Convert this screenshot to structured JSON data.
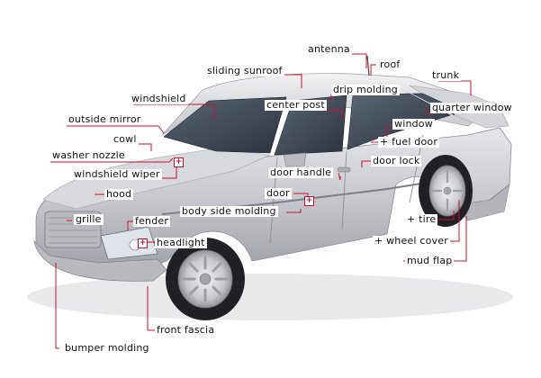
{
  "colors": {
    "leader": "#c8102e",
    "body": "#c9cace",
    "body_dark": "#9a9ca3",
    "glass": "#3b4452",
    "tire": "#1f1f22",
    "rim": "#d9dadd"
  },
  "labels": {
    "antenna": "antenna",
    "roof": "roof",
    "sliding_sunroof": "sliding sunroof",
    "trunk": "trunk",
    "drip_molding": "drip molding",
    "windshield": "windshield",
    "center_post": "center post",
    "quarter_window": "quarter window",
    "outside_mirror": "outside mirror",
    "window": "window",
    "cowl": "cowl",
    "fuel_door": "+ fuel door",
    "washer_nozzle": "washer nozzle",
    "door_lock": "door lock",
    "windshield_wiper": "windshield wiper",
    "door_handle": "door handle",
    "hood": "hood",
    "door": "door",
    "body_side_molding": "body side molding",
    "grille": "grille",
    "fender": "fender",
    "tire": "+ tire",
    "headlight": "headlight",
    "wheel_cover": "+ wheel cover",
    "mud_flap": "mud flap",
    "front_fascia": "front fascia",
    "bumper_molding": "bumper molding"
  },
  "markers": {
    "plus": "+"
  }
}
